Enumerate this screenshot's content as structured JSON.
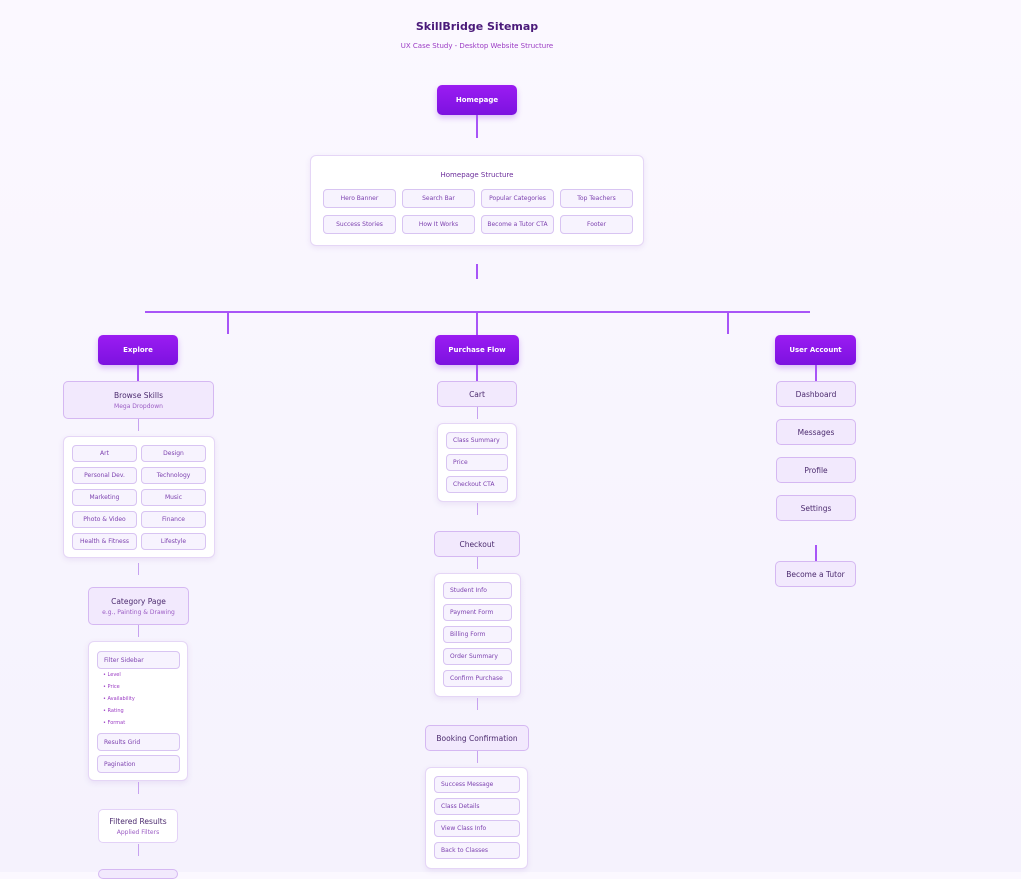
{
  "header": {
    "title": "SkillBridge Sitemap",
    "subtitle": "UX Case Study - Desktop Website Structure"
  },
  "homepage": {
    "label": "Homepage",
    "structure_title": "Homepage Structure",
    "sections": [
      "Hero Banner",
      "Search Bar",
      "Popular Categories",
      "Top Teachers",
      "Success Stories",
      "How It Works",
      "Become a Tutor CTA",
      "Footer"
    ]
  },
  "explore": {
    "label": "Explore",
    "browse": {
      "title": "Browse Skills",
      "subtitle": "Mega Dropdown"
    },
    "categories": [
      "Art",
      "Design",
      "Personal Dev.",
      "Technology",
      "Marketing",
      "Music",
      "Photo & Video",
      "Finance",
      "Health & Fitness",
      "Lifestyle"
    ],
    "category_page": {
      "title": "Category Page",
      "subtitle": "e.g., Painting & Drawing"
    },
    "filter_sidebar": "Filter Sidebar",
    "filters": [
      "• Level",
      "• Price",
      "• Availability",
      "• Rating",
      "• Format"
    ],
    "results_grid": "Results Grid",
    "pagination": "Pagination",
    "filtered_results": {
      "title": "Filtered Results",
      "subtitle": "Applied Filters"
    }
  },
  "purchase": {
    "label": "Purchase Flow",
    "cart": "Cart",
    "cart_items": [
      "Class Summary",
      "Price",
      "Checkout CTA"
    ],
    "checkout": "Checkout",
    "checkout_items": [
      "Student Info",
      "Payment Form",
      "Billing Form",
      "Order Summary",
      "Confirm Purchase"
    ],
    "confirmation": "Booking Confirmation",
    "confirmation_items": [
      "Success Message",
      "Class Details",
      "View Class Info",
      "Back to Classes"
    ]
  },
  "account": {
    "label": "User Account",
    "items": [
      "Dashboard",
      "Messages",
      "Profile",
      "Settings"
    ],
    "become_tutor": "Become a Tutor"
  }
}
